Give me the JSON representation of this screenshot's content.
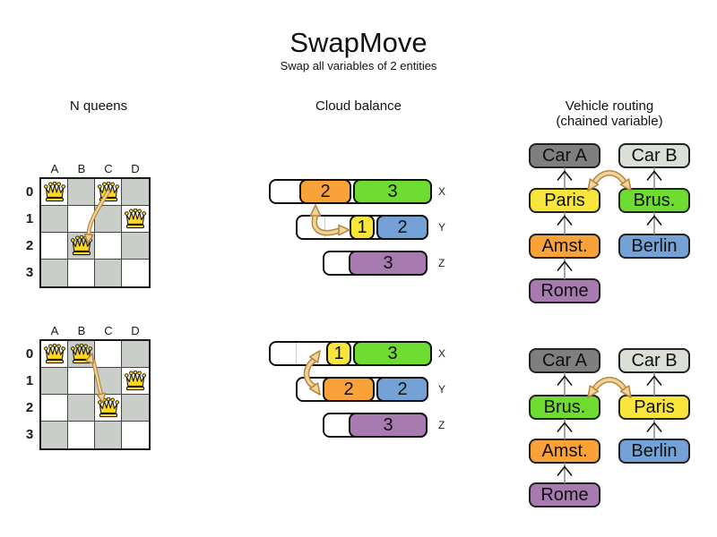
{
  "title": "SwapMove",
  "subtitle": "Swap all variables of 2 entities",
  "colors": {
    "orange": "#f9a238",
    "green": "#6edc30",
    "yellow": "#f8e53c",
    "blue": "#74a2d6",
    "purple": "#a87bb0",
    "car_dark": "#7f7f7f",
    "car_light": "#dadfd8",
    "board_gray": "#c9cec9",
    "board_white": "#ffffff",
    "arrow_fill": "#f1d39e",
    "arrow_stroke": "#b8893c",
    "queen_gold": "#ffd71e"
  },
  "sections": {
    "nqueens": {
      "header": "N queens",
      "columns": [
        "A",
        "B",
        "C",
        "D"
      ],
      "rows": [
        "0",
        "1",
        "2",
        "3"
      ],
      "boards": [
        {
          "queens": [
            {
              "col": "A",
              "row": 0
            },
            {
              "col": "C",
              "row": 0
            },
            {
              "col": "D",
              "row": 1
            },
            {
              "col": "B",
              "row": 2
            }
          ],
          "swap": {
            "from": "C0",
            "to": "B2",
            "double_headed": false
          }
        },
        {
          "queens": [
            {
              "col": "A",
              "row": 0
            },
            {
              "col": "B",
              "row": 0
            },
            {
              "col": "D",
              "row": 1
            },
            {
              "col": "C",
              "row": 2
            }
          ],
          "swap": {
            "from": "B0",
            "to": "C2",
            "double_headed": true
          }
        }
      ]
    },
    "cloud": {
      "header": "Cloud balance",
      "states": [
        {
          "rows": [
            {
              "label": "X",
              "blocks": [
                {
                  "value": "2",
                  "color": "orange"
                },
                {
                  "value": "3",
                  "color": "green"
                }
              ]
            },
            {
              "label": "Y",
              "blocks": [
                {
                  "value": "1",
                  "color": "yellow"
                },
                {
                  "value": "2",
                  "color": "blue"
                }
              ]
            },
            {
              "label": "Z",
              "blocks": [
                {
                  "value": "3",
                  "color": "purple"
                }
              ]
            }
          ]
        },
        {
          "rows": [
            {
              "label": "X",
              "blocks": [
                {
                  "value": "1",
                  "color": "yellow"
                },
                {
                  "value": "3",
                  "color": "green"
                }
              ]
            },
            {
              "label": "Y",
              "blocks": [
                {
                  "value": "2",
                  "color": "orange"
                },
                {
                  "value": "2",
                  "color": "blue"
                }
              ]
            },
            {
              "label": "Z",
              "blocks": [
                {
                  "value": "3",
                  "color": "purple"
                }
              ]
            }
          ]
        }
      ]
    },
    "vrp": {
      "header_line1": "Vehicle routing",
      "header_line2": "(chained variable)",
      "states": [
        {
          "chains": [
            {
              "nodes": [
                {
                  "label": "Car A",
                  "color": "car_dark"
                },
                {
                  "label": "Paris",
                  "color": "yellow"
                },
                {
                  "label": "Amst.",
                  "color": "orange"
                },
                {
                  "label": "Rome",
                  "color": "purple"
                }
              ]
            },
            {
              "nodes": [
                {
                  "label": "Car B",
                  "color": "car_light"
                },
                {
                  "label": "Brus.",
                  "color": "green"
                },
                {
                  "label": "Berlin",
                  "color": "blue"
                }
              ]
            }
          ]
        },
        {
          "chains": [
            {
              "nodes": [
                {
                  "label": "Car A",
                  "color": "car_dark"
                },
                {
                  "label": "Brus.",
                  "color": "green"
                },
                {
                  "label": "Amst.",
                  "color": "orange"
                },
                {
                  "label": "Rome",
                  "color": "purple"
                }
              ]
            },
            {
              "nodes": [
                {
                  "label": "Car B",
                  "color": "car_light"
                },
                {
                  "label": "Paris",
                  "color": "yellow"
                },
                {
                  "label": "Berlin",
                  "color": "blue"
                }
              ]
            }
          ]
        }
      ]
    }
  }
}
